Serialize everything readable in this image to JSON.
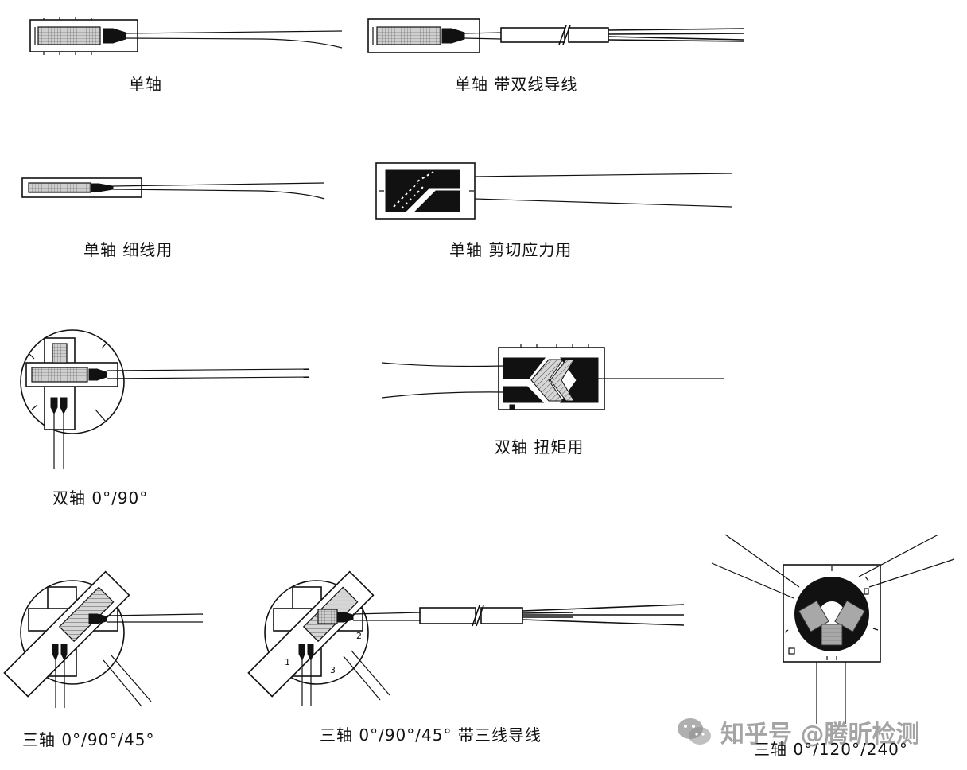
{
  "captions": {
    "uniaxial": "单轴",
    "uniaxial_twin_lead": "单轴 带双线导线",
    "uniaxial_fine_wire": "单轴 细线用",
    "uniaxial_shear": "单轴 剪切应力用",
    "biaxial_0_90": "双轴 0°/90°",
    "biaxial_torque": "双轴 扭矩用",
    "triaxial_0_90_45": "三轴 0°/90°/45°",
    "triaxial_0_90_45_three_lead": "三轴 0°/90°/45° 带三线导线",
    "triaxial_0_120_240": "三轴 0°/120°/240°"
  },
  "rosette_numbers": [
    "1",
    "2",
    "3"
  ],
  "watermark": {
    "icon": "wechat-icon",
    "text": "知乎号 @腾昕检测"
  },
  "colors": {
    "line": "#111111",
    "background": "#ffffff",
    "watermark": "#8a8a8a"
  }
}
